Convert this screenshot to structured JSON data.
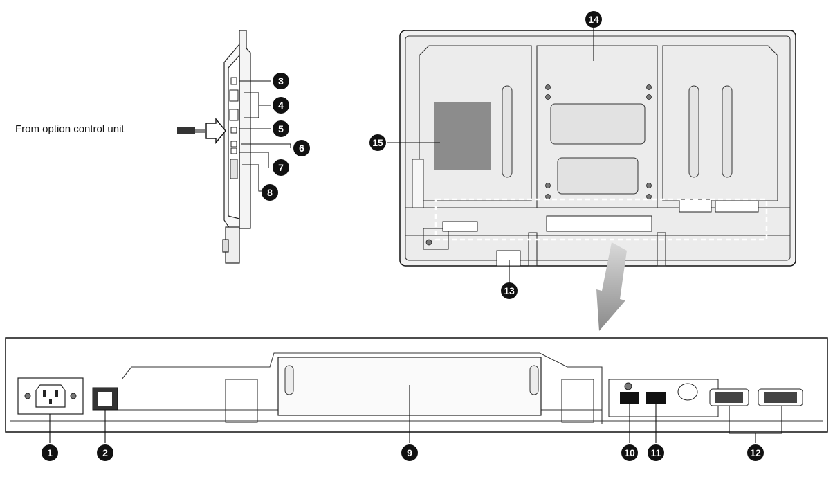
{
  "caption": "From option control unit",
  "callouts": [
    "1",
    "2",
    "3",
    "4",
    "5",
    "6",
    "7",
    "8",
    "9",
    "10",
    "11",
    "12",
    "13",
    "14",
    "15"
  ],
  "colors": {
    "ink": "#111111",
    "panel": "#ebebeb",
    "label_area": "#8c8c8c",
    "dashed": "#ffffff",
    "arrow": "#9a9a9a"
  }
}
